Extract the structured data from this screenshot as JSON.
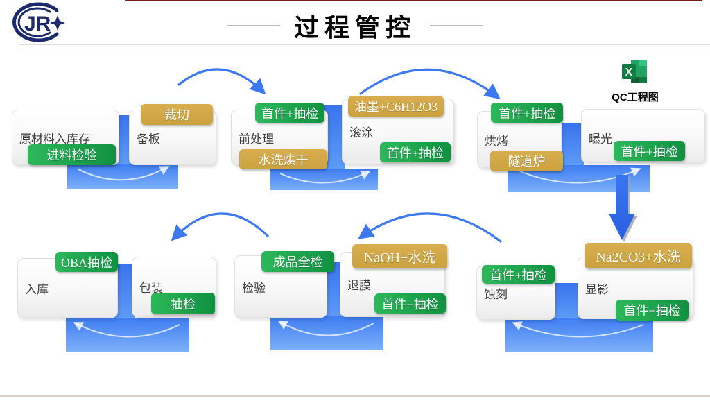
{
  "header": {
    "title": "过程管控",
    "logo_text": "JR"
  },
  "qc_shortcut": {
    "icon": "excel-icon",
    "label": "QC工程图"
  },
  "badges": {
    "first_sample": "首件+抽检",
    "cut": "裁切",
    "incoming": "进料检验",
    "wash_dry": "水洗烘干",
    "ink": "油墨+C6H12O3",
    "tunnel": "隧道炉",
    "na2co3": "Na2CO3+水洗",
    "naoh": "NaOH+水洗",
    "full_inspect": "成品全检",
    "oba": "OBA抽检",
    "sample": "抽检"
  },
  "groups": [
    {
      "left_step": "原材料入库存",
      "right_step": "备板"
    },
    {
      "left_step": "前处理",
      "right_step": "滚涂"
    },
    {
      "left_step": "烘烤",
      "right_step": "曝光"
    },
    {
      "left_step": "入库",
      "right_step": "包装"
    },
    {
      "left_step": "检验",
      "right_step": "退膜"
    },
    {
      "left_step": "蚀刻",
      "right_step": "显影"
    }
  ],
  "colors": {
    "badge_green": "#17A24A",
    "badge_gold": "#D0A643",
    "connector_blue": "#3F7DF2",
    "arrow_blue": "#3C78EF",
    "top_accent": "#7A1D22",
    "logo_navy": "#1C2A6E"
  }
}
